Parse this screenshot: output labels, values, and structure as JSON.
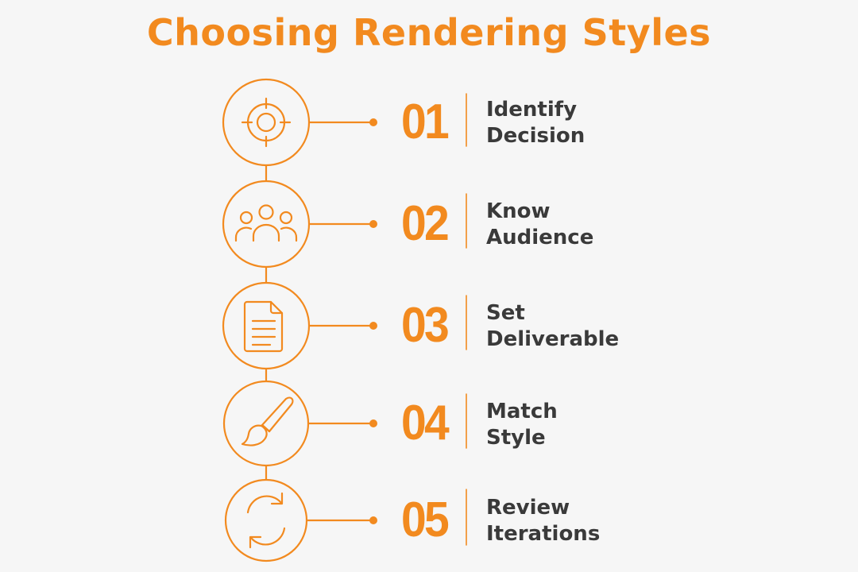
{
  "title": "Choosing Rendering Styles",
  "colors": {
    "accent": "#f28a1f",
    "text": "#3a3a3a",
    "background": "#f6f6f6"
  },
  "steps": [
    {
      "number": "01",
      "line1": "Identify",
      "line2": "Decision",
      "icon": "target-icon"
    },
    {
      "number": "02",
      "line1": "Know",
      "line2": "Audience",
      "icon": "people-icon"
    },
    {
      "number": "03",
      "line1": "Set",
      "line2": "Deliverable",
      "icon": "document-icon"
    },
    {
      "number": "04",
      "line1": "Match",
      "line2": "Style",
      "icon": "paintbrush-icon"
    },
    {
      "number": "05",
      "line1": "Review",
      "line2": "Iterations",
      "icon": "refresh-icon"
    }
  ]
}
